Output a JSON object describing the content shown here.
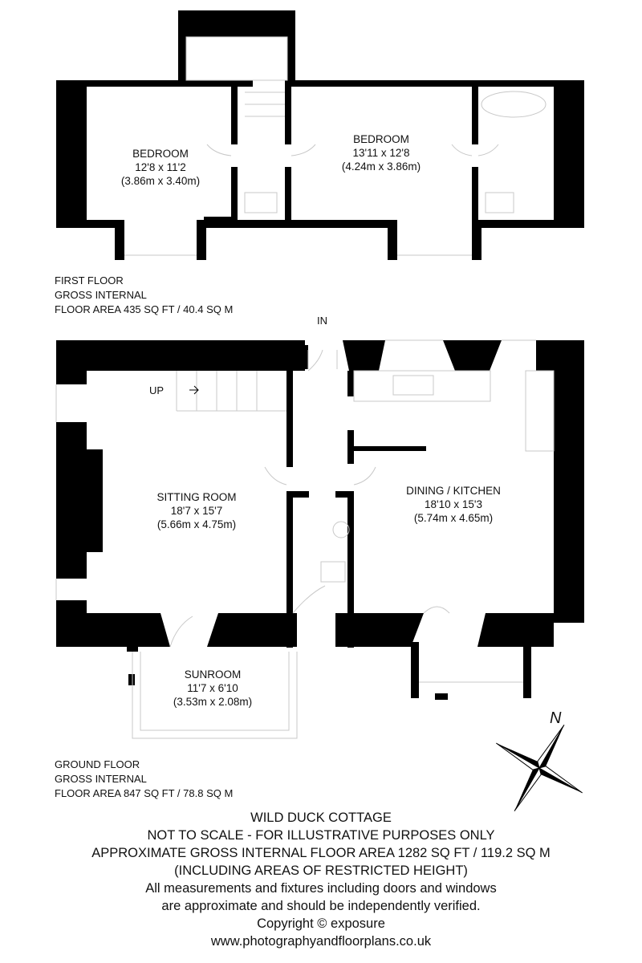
{
  "first_floor": {
    "rooms": [
      {
        "name": "BEDROOM",
        "dims_imperial": "12'8 x 11'2",
        "dims_metric": "(3.86m x 3.40m)"
      },
      {
        "name": "BEDROOM",
        "dims_imperial": "13'11 x 12'8",
        "dims_metric": "(4.24m x 3.86m)"
      }
    ],
    "area_lines": [
      "FIRST FLOOR",
      "GROSS INTERNAL",
      "FLOOR AREA 435 SQ FT / 40.4 SQ M"
    ]
  },
  "ground_floor": {
    "entrance_label": "IN",
    "stair_label": "UP",
    "rooms": [
      {
        "name": "SITTING ROOM",
        "dims_imperial": "18'7 x 15'7",
        "dims_metric": "(5.66m x 4.75m)"
      },
      {
        "name": "DINING / KITCHEN",
        "dims_imperial": "18'10 x 15'3",
        "dims_metric": "(5.74m x 4.65m)"
      },
      {
        "name": "SUNROOM",
        "dims_imperial": "11'7 x 6'10",
        "dims_metric": "(3.53m x 2.08m)"
      }
    ],
    "area_lines": [
      "GROUND FLOOR",
      "GROSS INTERNAL",
      "FLOOR AREA 847 SQ FT / 78.8 SQ M"
    ]
  },
  "compass": {
    "label": "N"
  },
  "footer": {
    "lines": [
      "WILD DUCK COTTAGE",
      "NOT TO SCALE - FOR ILLUSTRATIVE PURPOSES ONLY",
      "APPROXIMATE GROSS INTERNAL FLOOR AREA 1282 SQ FT / 119.2 SQ M",
      "(INCLUDING AREAS OF RESTRICTED HEIGHT)",
      "All measurements and fixtures including doors and windows",
      "are approximate and should be independently verified.",
      "Copyright © exposure",
      "www.photographyandfloorplans.co.uk"
    ]
  },
  "colors": {
    "wall": "#000000",
    "fixture": "#c8c8c8",
    "background": "#ffffff"
  }
}
